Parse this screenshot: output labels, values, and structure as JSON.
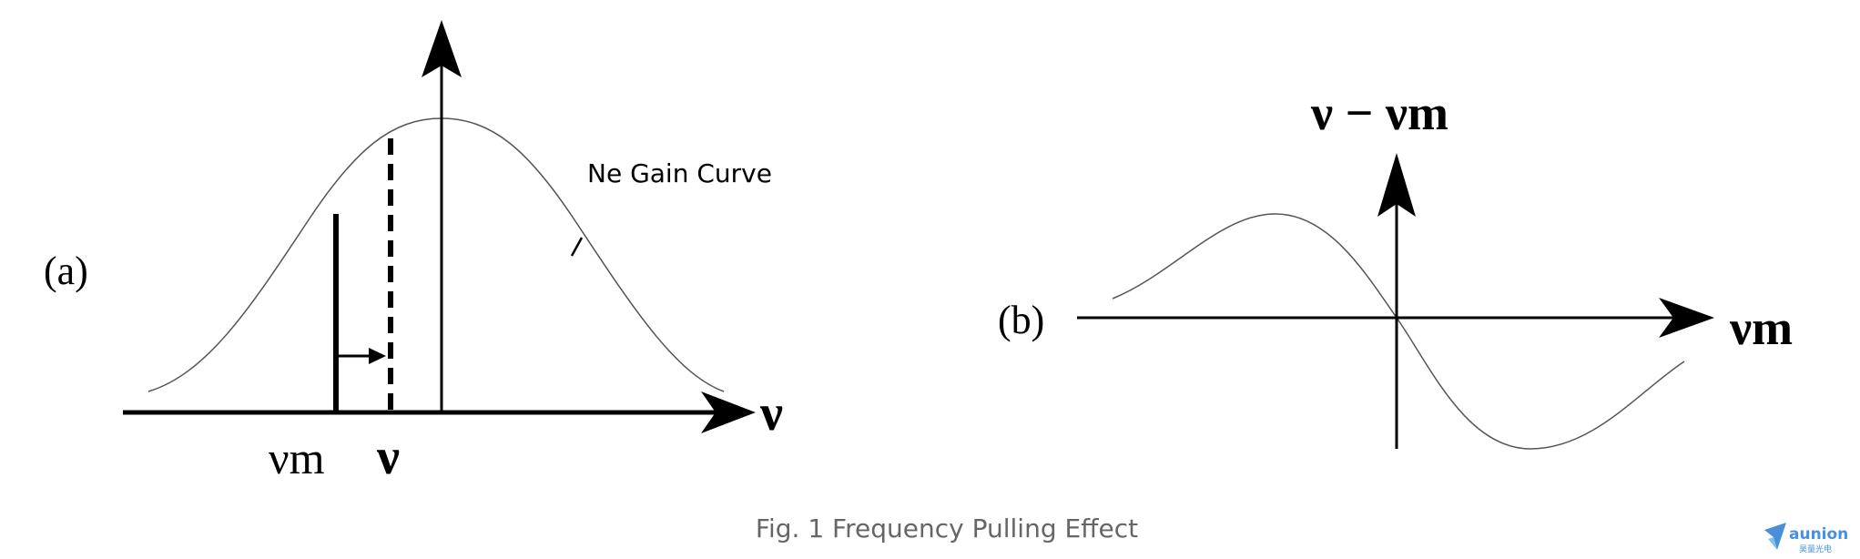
{
  "figure_a": {
    "panel_label": "(a)",
    "curve_label": "Ne Gain Curve",
    "x_axis_label": "ν",
    "marker_vm_label": "νm",
    "marker_v_label": "ν"
  },
  "figure_b": {
    "panel_label": "(b)",
    "y_axis_label": "ν − νm",
    "x_axis_label": "νm"
  },
  "caption": "Fig. 1 Frequency Pulling Effect",
  "watermark": {
    "brand": "aunion",
    "brand_sub": "昊量光电",
    "color": "#4a90d9"
  }
}
